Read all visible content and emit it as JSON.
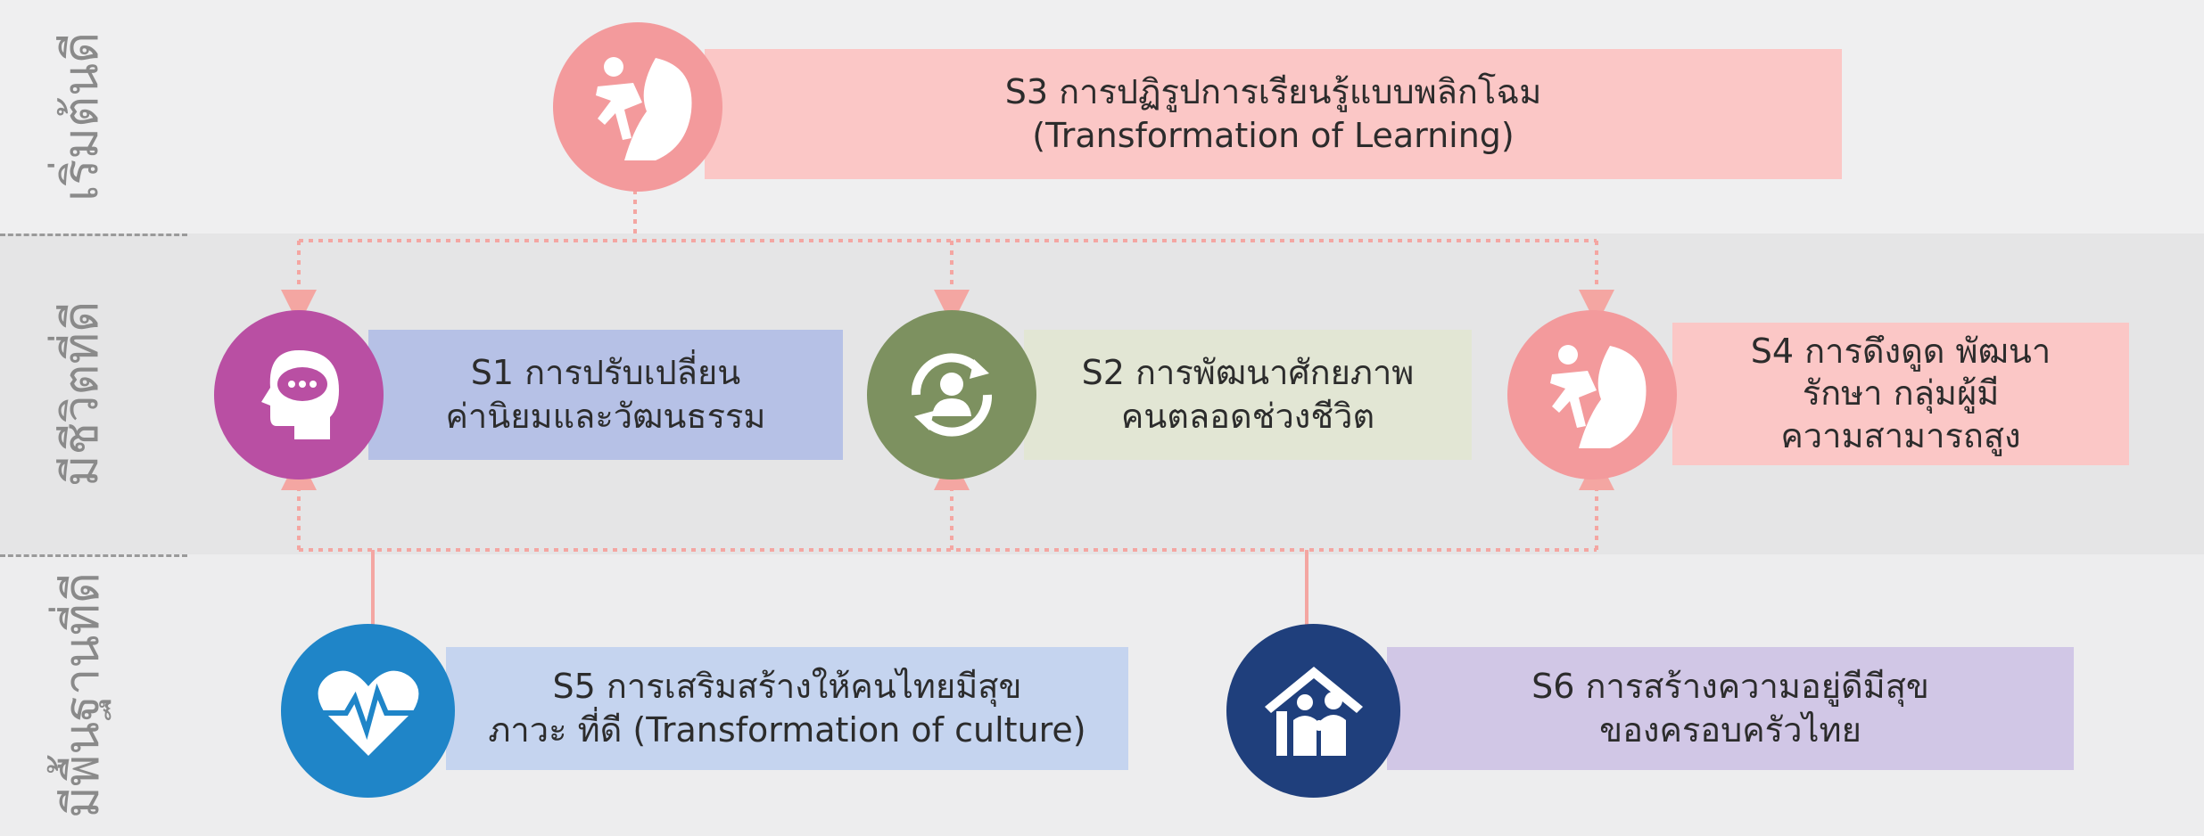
{
  "row_labels": {
    "top": "เริ่มต้นดี",
    "middle": "มีชีวิตที่ดี",
    "bottom": "มีพื้นฐานที่ดี"
  },
  "boxes": {
    "s3": {
      "line1": "S3 การปฏิรูปการเรียนรู้แบบพลิกโฉม",
      "line2": "(Transformation of Learning)"
    },
    "s1": {
      "line1": "S1 การปรับเปลี่ยน",
      "line2": "ค่านิยมและวัฒนธรรม"
    },
    "s2": {
      "line1": "S2 การพัฒนาศักยภาพ",
      "line2": "คนตลอดช่วงชีวิต"
    },
    "s4": {
      "line1": "S4 การดึงดูด พัฒนา",
      "line2": "รักษา กลุ่มผู้มี",
      "line3": "ความสามารถสูง"
    },
    "s5": {
      "line1": "S5 การเสริมสร้างให้คนไทยมีสุข",
      "line2": "ภาวะ ที่ดี (Transformation of culture)"
    },
    "s6": {
      "line1": "S6 การสร้างความอยู่ดีมีสุข",
      "line2": "ของครอบครัวไทย"
    }
  },
  "icons": {
    "s3": "running-figure-icon",
    "s1": "head-speech-bubble-icon",
    "s2": "person-cycle-icon",
    "s4": "running-figure-icon",
    "s5": "heartbeat-icon",
    "s6": "family-house-icon"
  },
  "colors": {
    "pink_circle": "#f39a9c",
    "pink_box": "#fbc7c6",
    "magenta_circle": "#b94fa3",
    "blue_box": "#b6c1e6",
    "green_circle": "#7d9160",
    "green_box": "#e2e6d4",
    "cyan_circle": "#1f85c8",
    "lightblue_box": "#c5d4ef",
    "navy_circle": "#1f3f7c",
    "lavender_box": "#d1c7e6",
    "connector": "#f4a6a2"
  }
}
